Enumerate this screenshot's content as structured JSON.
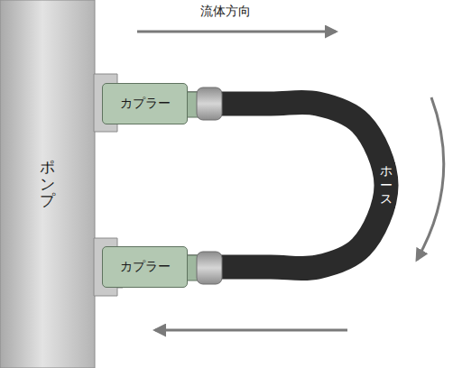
{
  "diagram": {
    "nodes": [
      {
        "text": [
          "ポンプ"
        ]
      },
      {
        "text": [
          "カプラー"
        ]
      },
      {
        "text": [
          "カプラー"
        ]
      }
    ],
    "edges": [
      {
        "from": 1,
        "to": 2,
        "label": "ホース",
        "arrow": "none"
      }
    ],
    "labels": [
      "流体方向"
    ]
  }
}
